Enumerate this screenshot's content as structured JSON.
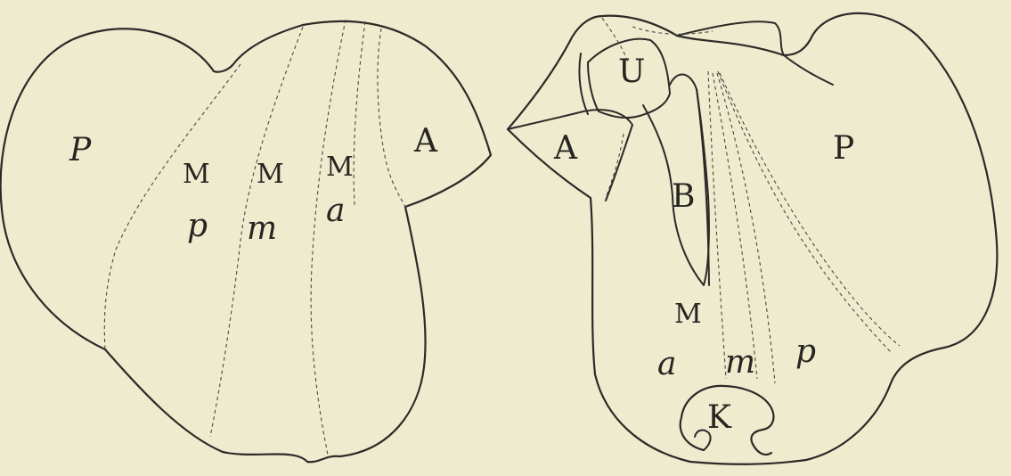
{
  "figure": {
    "background": "#efebcf",
    "ink": "#2b2a26",
    "left_shell": {
      "labels": {
        "P": "P",
        "M_p": "M",
        "M_m": "M",
        "M_a": "M",
        "A": "A",
        "p": "p",
        "m": "m",
        "a": "a"
      }
    },
    "right_shell": {
      "labels": {
        "U": "U",
        "A": "A",
        "B": "B",
        "P": "P",
        "M": "M",
        "a": "a",
        "m": "m",
        "p": "p",
        "K": "K"
      }
    }
  }
}
